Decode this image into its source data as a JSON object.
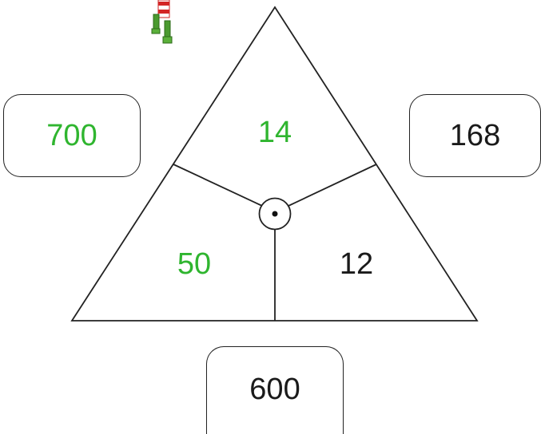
{
  "triangle": {
    "top_value": "14",
    "left_value": "50",
    "right_value": "12"
  },
  "boxes": {
    "left": "700",
    "right": "168",
    "bottom": "600"
  },
  "colors": {
    "green": "#2fb52f",
    "black": "#1a1a1a",
    "stroke": "#222222"
  }
}
